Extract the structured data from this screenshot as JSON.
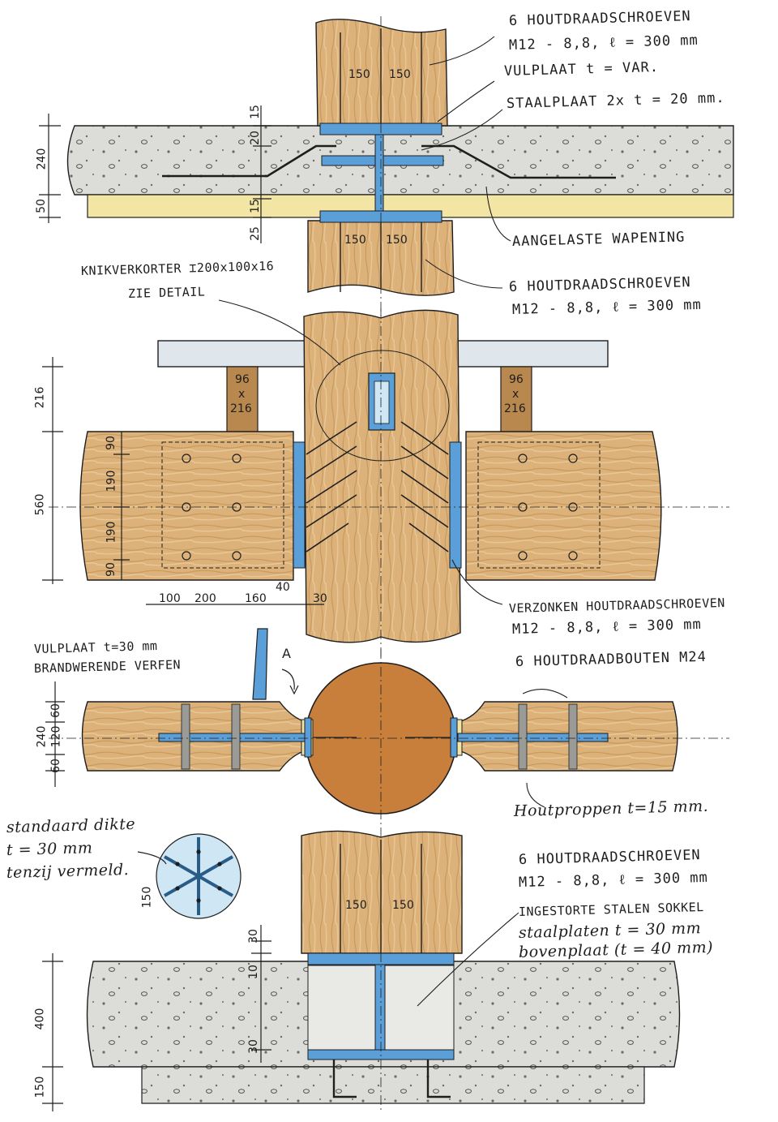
{
  "colors": {
    "timber": "#dcb27a",
    "timber_dark": "#b8884f",
    "concrete": "#dcdcd8",
    "insulation": "#f3e6a5",
    "steel": "#5b9fd8",
    "log_section": "#c97f3c",
    "ink": "#1e1e1e",
    "plate_light": "#cfe6f4"
  },
  "top_detail": {
    "screws_count": "6",
    "screws_label": "HOUTDRAADSCHROEVEN",
    "screws_spec": "M12 - 8,8,  ℓ = 300 mm",
    "filler_plate": "VULPLAAT  t = VAR.",
    "steel_plate": "STAALPLAAT  2x t = 20 mm.",
    "rebar": "AANGELASTE WAPENING",
    "spacing_a": "150",
    "spacing_b": "150",
    "dims": [
      "240",
      "50",
      "15",
      "20",
      "15",
      "25"
    ]
  },
  "lower_screws": {
    "count": "6",
    "label": "HOUTDRAADSCHROEVEN",
    "spec": "M12 - 8,8,  ℓ = 300 mm",
    "spacing_a": "150",
    "spacing_b": "150"
  },
  "buckling": {
    "label": "KNIKVERKORTER",
    "profile": "⌶200x100x16",
    "ref": "ZIE DETAIL"
  },
  "elevation": {
    "dims_vertical": [
      "216",
      "560",
      "90",
      "190",
      "190",
      "90"
    ],
    "dims_horizontal": [
      "100",
      "200",
      "160",
      "40",
      "30"
    ],
    "beam_top_left": "96",
    "beam_mid_left": "x",
    "beam_bot_left": "216",
    "beam_top_right": "96",
    "beam_mid_right": "x",
    "beam_bot_right": "216",
    "countersunk_label": "VERZONKEN HOUTDRAADSCHROEVEN",
    "countersunk_spec": "M12 - 8,8,  ℓ = 300 mm"
  },
  "plan": {
    "filler_plate": "VULPLAAT   t=30 mm",
    "fire_paint": "BRANDWERENDE VERFEN",
    "section_tag": "A",
    "bolts": "6 HOUTDRAADBOUTEN   M24",
    "plugs": "Houtproppen  t=15 mm.",
    "dims": [
      "60",
      "120",
      "60",
      "240"
    ]
  },
  "plate_icon": {
    "line1": "standaard dikte",
    "line2": "t = 30 mm",
    "line3": "tenzij vermeld.",
    "radius_tag": "150"
  },
  "base_detail": {
    "screws_count": "6",
    "screws_label": "HOUTDRAADSCHROEVEN",
    "screws_spec": "M12 - 8,8,  ℓ = 300 mm",
    "socket": "INGESTORTE STALEN SOKKEL",
    "plates": "staalplaten  t = 30 mm",
    "top_plate": "bovenplaat  (t = 40 mm)",
    "spacing_a": "150",
    "spacing_b": "150",
    "dims": [
      "30",
      "10",
      "400",
      "30",
      "150"
    ]
  }
}
